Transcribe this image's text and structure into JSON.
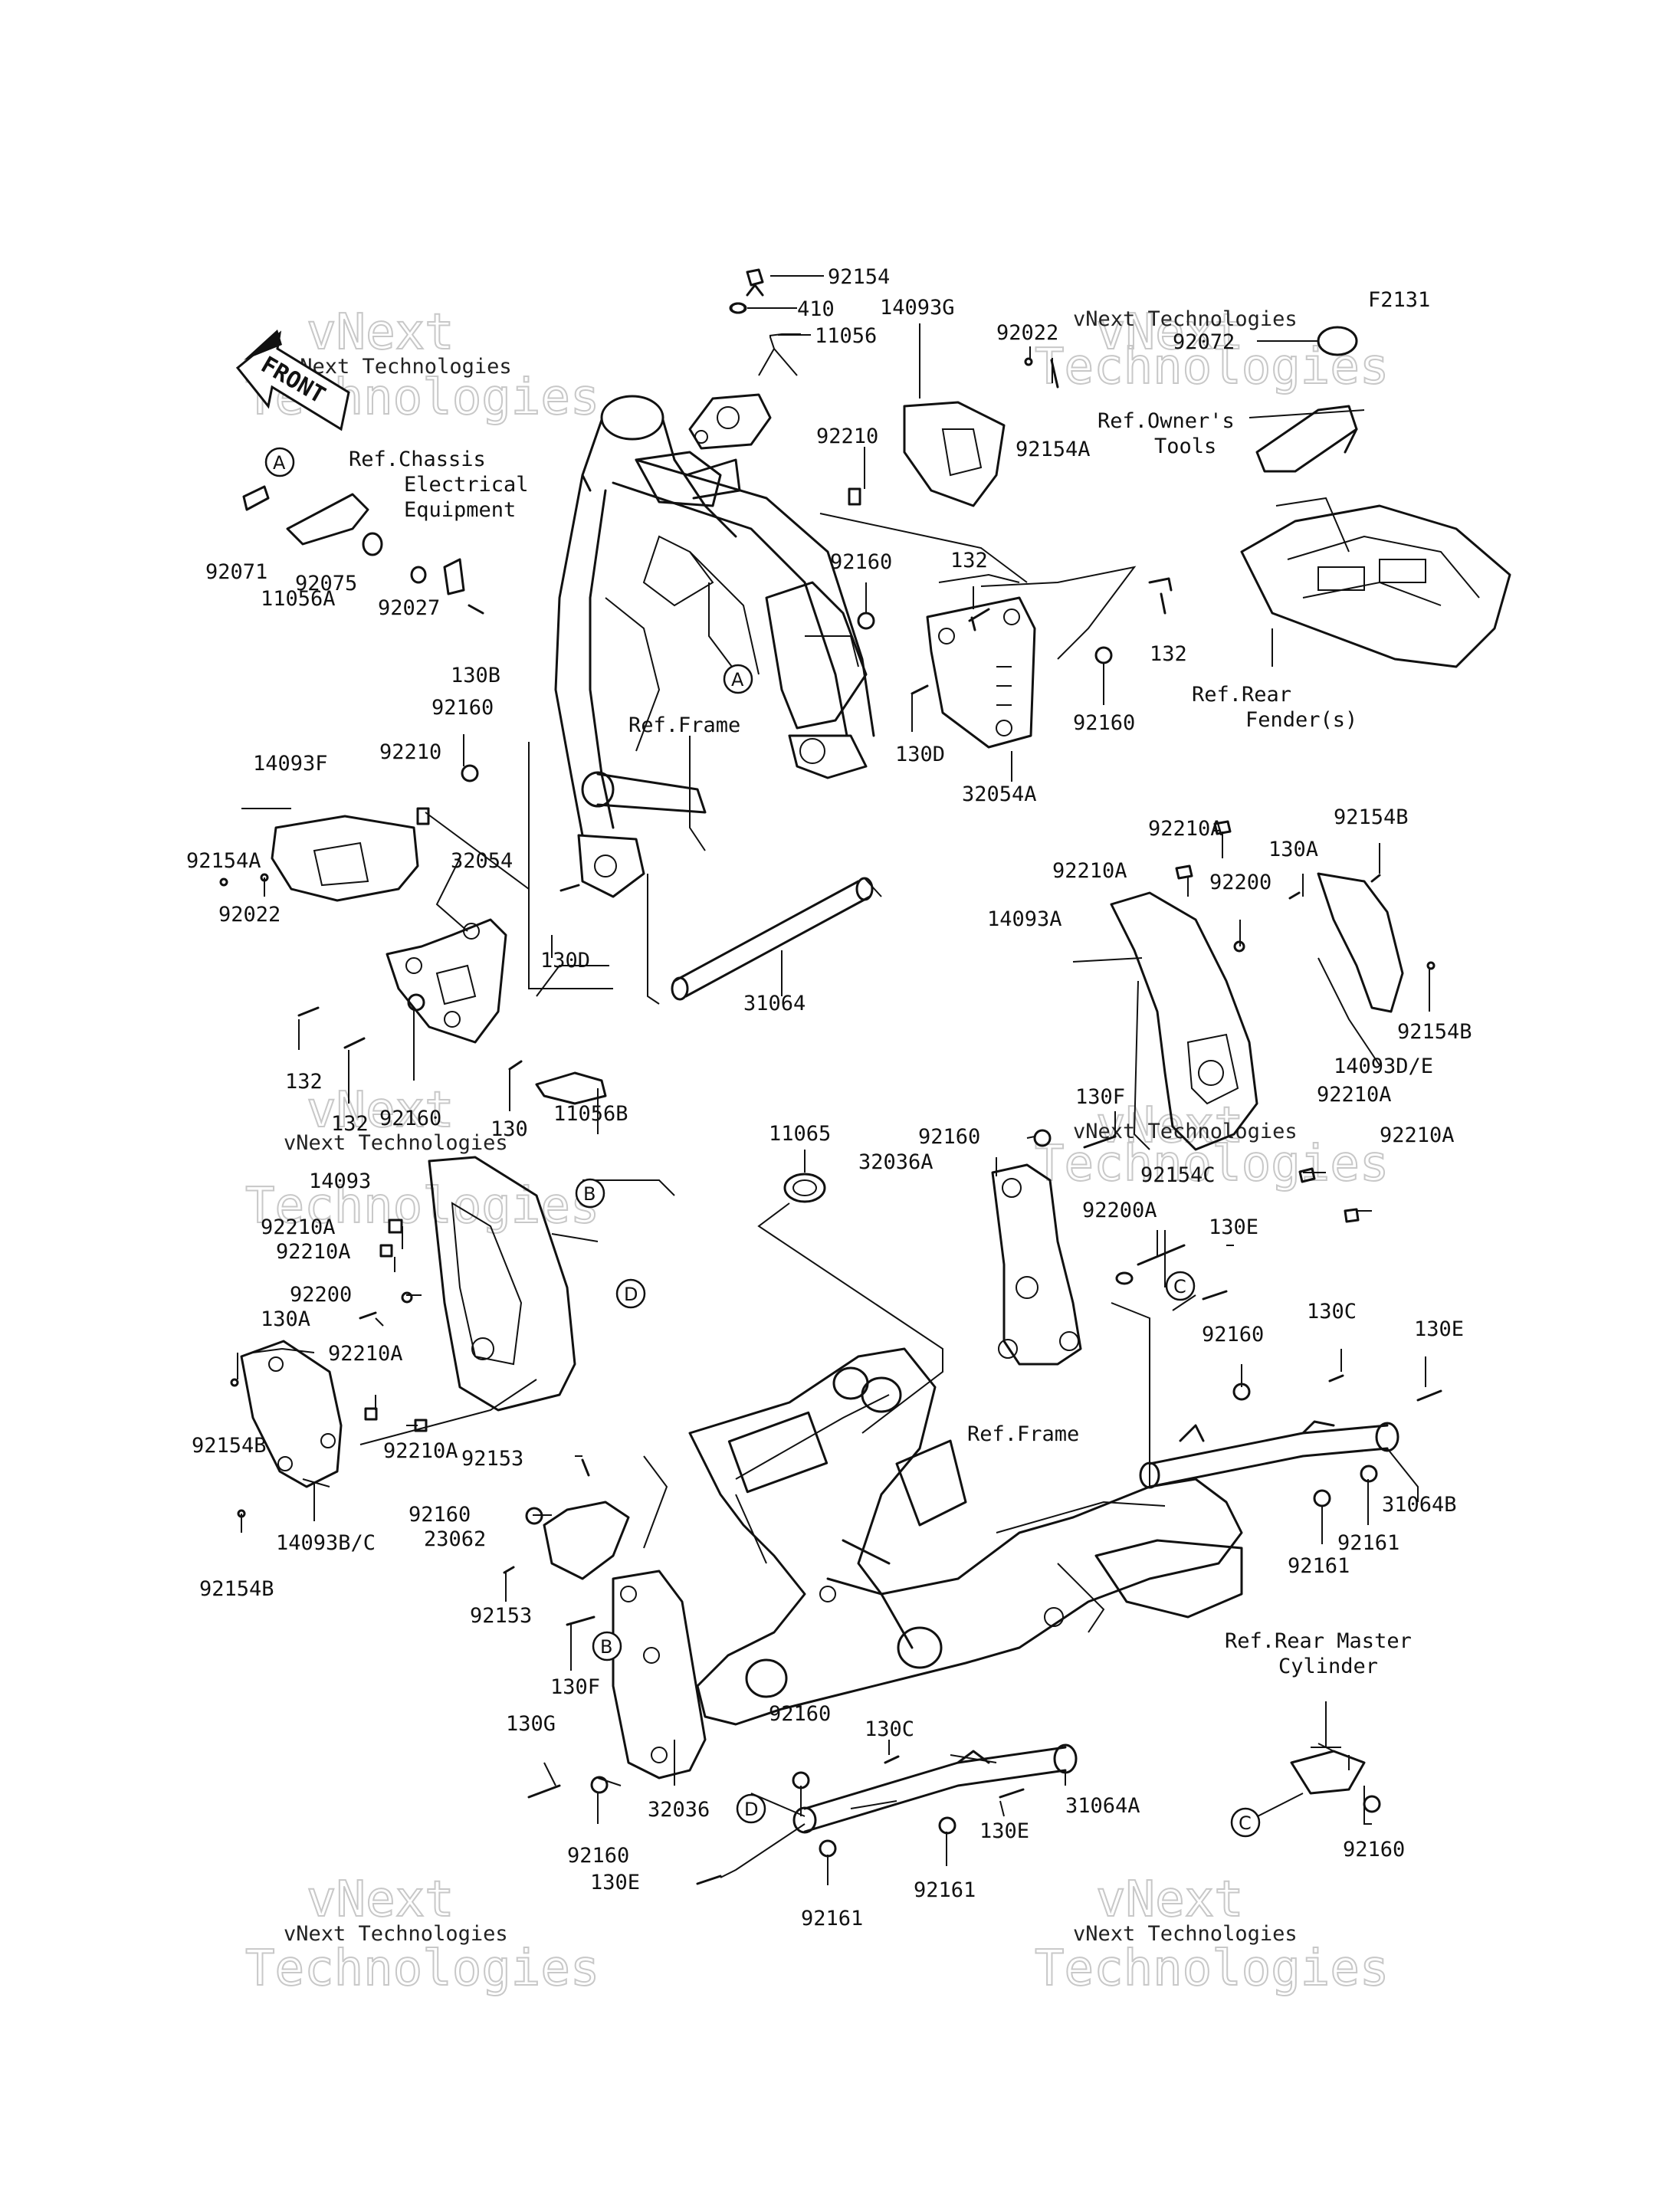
{
  "figure_code": "F2131",
  "front_label": "FRONT",
  "watermark": {
    "line1": "vNext Technologies",
    "line2": "vNext",
    "line3": "Technologies"
  },
  "refs": {
    "chassis_electrical": [
      "Ref.Chassis",
      "Electrical",
      "Equipment"
    ],
    "owners_tools": [
      "Ref.Owner's",
      "Tools"
    ],
    "rear_fender": [
      "Ref.Rear",
      "Fender(s)"
    ],
    "frame_upper": "Ref.Frame",
    "frame_lower": "Ref.Frame",
    "rear_master_cylinder": [
      "Ref.Rear Master",
      "Cylinder"
    ]
  },
  "callouts": [
    {
      "letter": "A"
    },
    {
      "letter": "A"
    },
    {
      "letter": "B"
    },
    {
      "letter": "B"
    },
    {
      "letter": "C"
    },
    {
      "letter": "C"
    },
    {
      "letter": "D"
    },
    {
      "letter": "D"
    }
  ],
  "part_labels": [
    "92154",
    "410",
    "11056",
    "14093G",
    "92022",
    "92072",
    "92154A",
    "92210",
    "92071",
    "11056A",
    "92075",
    "92027",
    "130B",
    "92160",
    "132",
    "132",
    "92160",
    "130D",
    "32054A",
    "92160",
    "14093F",
    "92210",
    "92154A",
    "92022",
    "32054",
    "130D",
    "31064",
    "132",
    "132",
    "92160",
    "130",
    "11056B",
    "92210A",
    "92210A",
    "130A",
    "92154B",
    "92200",
    "14093A",
    "92154B",
    "14093D/E",
    "92210A",
    "92210A",
    "130F",
    "92160",
    "32036A",
    "92154C",
    "92200A",
    "130E",
    "11065",
    "14093",
    "92210A",
    "92210A",
    "92200",
    "130A",
    "92210A",
    "92154B",
    "92210A",
    "14093B/C",
    "92154B",
    "92160",
    "130C",
    "130E",
    "31064B",
    "92161",
    "92161",
    "92153",
    "92160",
    "23062",
    "92153",
    "130F",
    "130G",
    "32036",
    "92160",
    "92160",
    "130C",
    "31064A",
    "130E",
    "92161",
    "92161",
    "130E",
    "92160"
  ]
}
